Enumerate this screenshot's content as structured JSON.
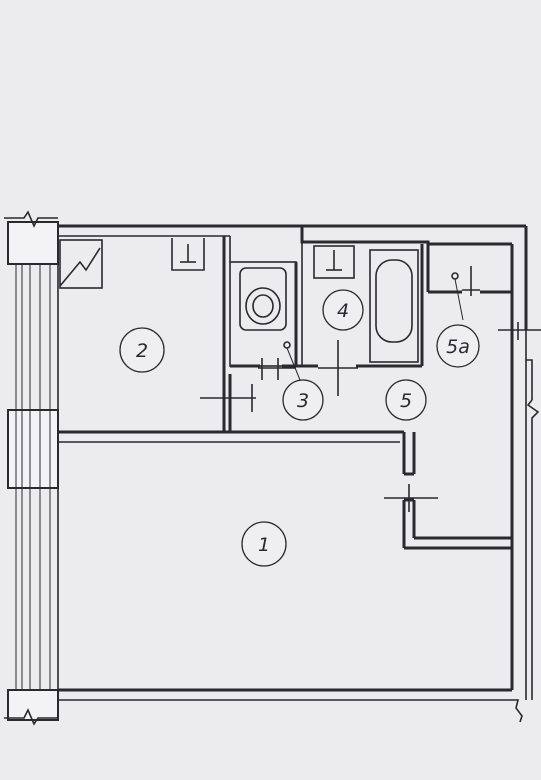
{
  "rooms": [
    {
      "id": "room-1",
      "label": "1"
    },
    {
      "id": "room-2",
      "label": "2"
    },
    {
      "id": "room-3",
      "label": "3"
    },
    {
      "id": "room-4",
      "label": "4"
    },
    {
      "id": "room-5",
      "label": "5"
    },
    {
      "id": "room-5a",
      "label": "5a"
    }
  ],
  "colors": {
    "paper": "#ececee",
    "lines": "#2a2a2e"
  }
}
